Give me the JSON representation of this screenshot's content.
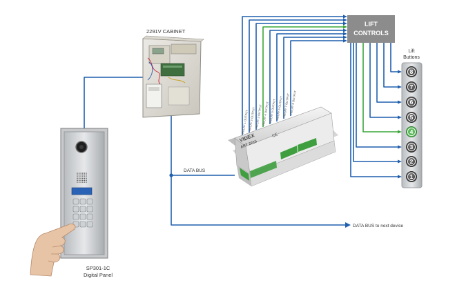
{
  "cabinet": {
    "label": "2291V CABINET"
  },
  "lift_controls": {
    "line1": "LIFT",
    "line2": "CONTROLS"
  },
  "lift_buttons": {
    "title_line1": "Lift",
    "title_line2": "Buttons",
    "numbers": [
      "8",
      "7",
      "6",
      "5",
      "4",
      "3",
      "2",
      "1"
    ],
    "highlighted": "4"
  },
  "data_bus": {
    "label": "DATA BUS",
    "next_label": "DATA BUS to next device"
  },
  "panel": {
    "name_line1": "SP301-1C",
    "name_line2": "Digital Panel"
  },
  "module": {
    "brand": "VIDEX",
    "model": "ART 2215",
    "ce_mark": "CE",
    "relay_labels": [
      "RELAY 1 OUTPUT",
      "RELAY 2 OUTPUT",
      "RELAY 3 OUTPUT",
      "RELAY 4 OUTPUT",
      "RELAY 5 OUTPUT",
      "RELAY 6 OUTPUT",
      "RELAY 7 OUTPUT",
      "RELAY 8 OUTPUT"
    ]
  },
  "colors": {
    "wire_blue": "#1f5fae",
    "wire_green": "#3aa63a",
    "box_gray": "#8a8a8a",
    "button_face": "#555555"
  }
}
